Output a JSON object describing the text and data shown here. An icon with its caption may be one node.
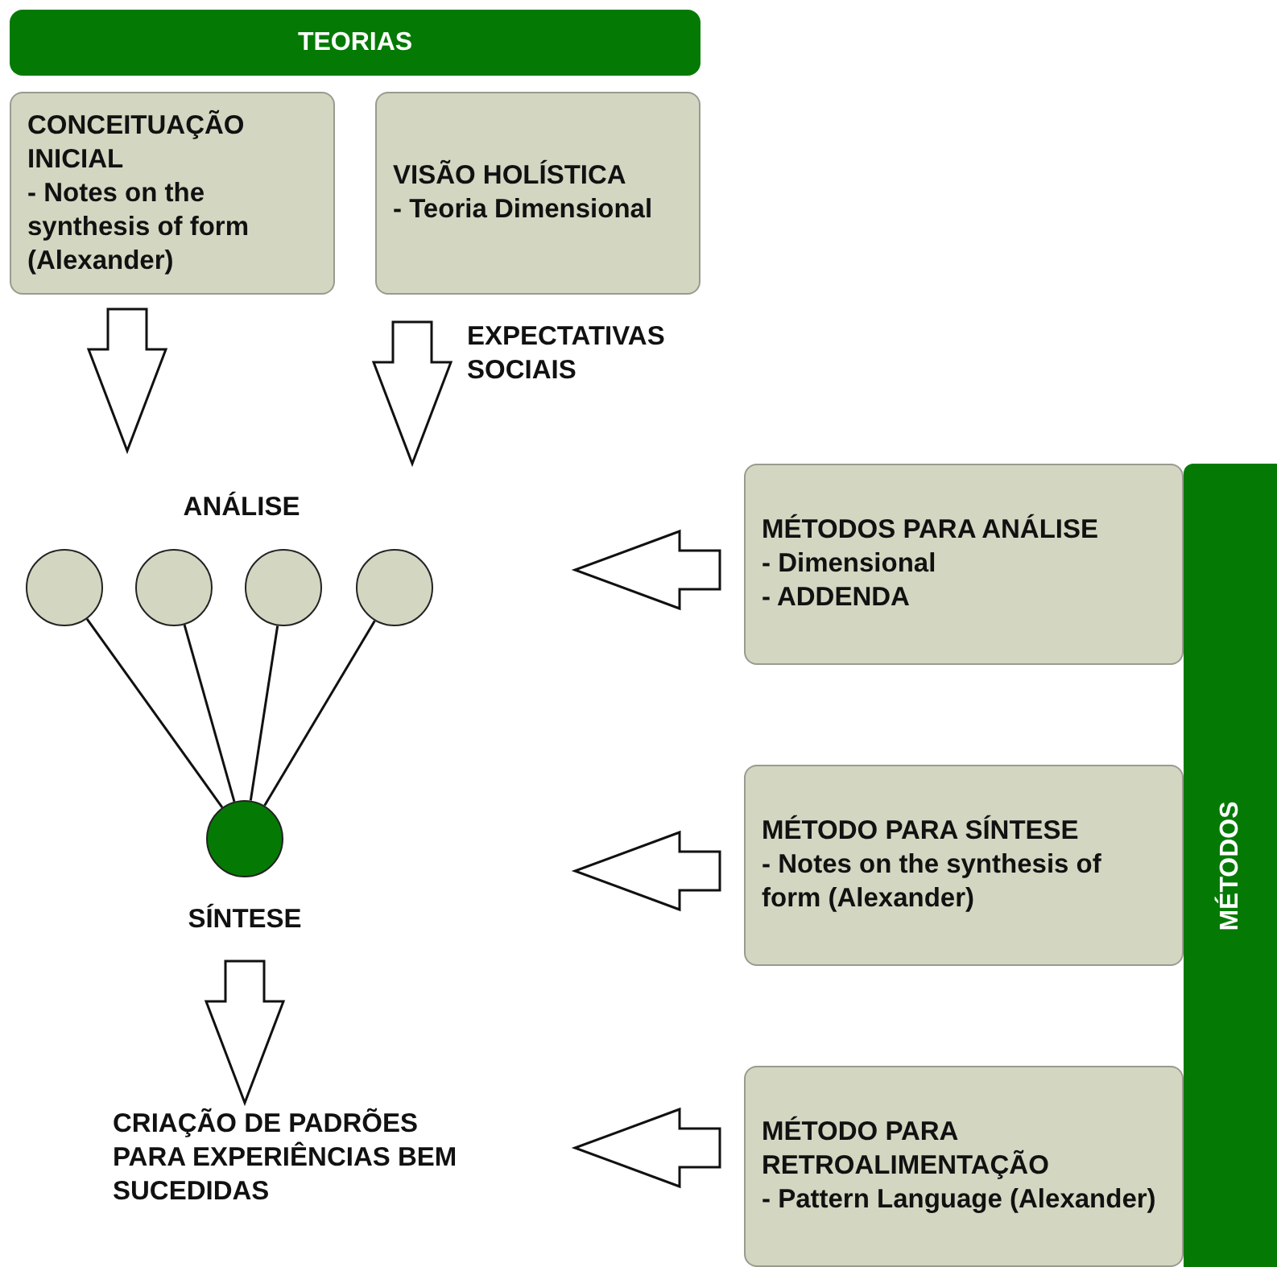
{
  "diagram": {
    "nodes": [
      {
        "text": [
          "TEORIAS"
        ]
      },
      {
        "text": [
          "CONCEITUAÇÃO INICIAL",
          "- Notes on the synthesis of form (Alexander)"
        ]
      },
      {
        "text": [
          "VISÃO HOLÍSTICA",
          "- Teoria Dimensional"
        ]
      },
      {
        "text": [
          "ANÁLISE"
        ]
      },
      {
        "text": [],
        "shape": "circle"
      },
      {
        "text": [],
        "shape": "circle"
      },
      {
        "text": [],
        "shape": "circle"
      },
      {
        "text": [],
        "shape": "circle"
      },
      {
        "text": [],
        "shape": "circle",
        "beside": [
          "SÍNTESE"
        ]
      },
      {
        "text": [
          "CRIAÇÃO DE PADRÕES PARA EXPERIÊNCIAS BEM SUCEDIDAS"
        ]
      },
      {
        "text": [
          "MÉTODOS"
        ]
      },
      {
        "text": [
          "MÉTODOS PARA ANÁLISE",
          "- Dimensional",
          "- ADDENDA"
        ]
      },
      {
        "text": [
          "MÉTODO PARA SÍNTESE",
          "- Notes on the synthesis of form (Alexander)"
        ]
      },
      {
        "text": [
          "MÉTODO PARA RETROALIMENTAÇÃO",
          "- Pattern Language (Alexander)"
        ]
      }
    ],
    "edges": [
      {
        "from": 1,
        "to": 3,
        "arrow": "to"
      },
      {
        "from": 2,
        "to": 3,
        "arrow": "to",
        "label": "EXPECTATIVAS SOCIAIS"
      },
      {
        "from": 4,
        "to": 8,
        "arrow": "none"
      },
      {
        "from": 5,
        "to": 8,
        "arrow": "none"
      },
      {
        "from": 6,
        "to": 8,
        "arrow": "none"
      },
      {
        "from": 7,
        "to": 8,
        "arrow": "none"
      },
      {
        "from": 8,
        "to": 9,
        "arrow": "to"
      },
      {
        "from": 11,
        "to": null,
        "arrow": "to"
      },
      {
        "from": 12,
        "to": null,
        "arrow": "to"
      },
      {
        "from": 13,
        "to": 9,
        "arrow": "to"
      }
    ]
  }
}
